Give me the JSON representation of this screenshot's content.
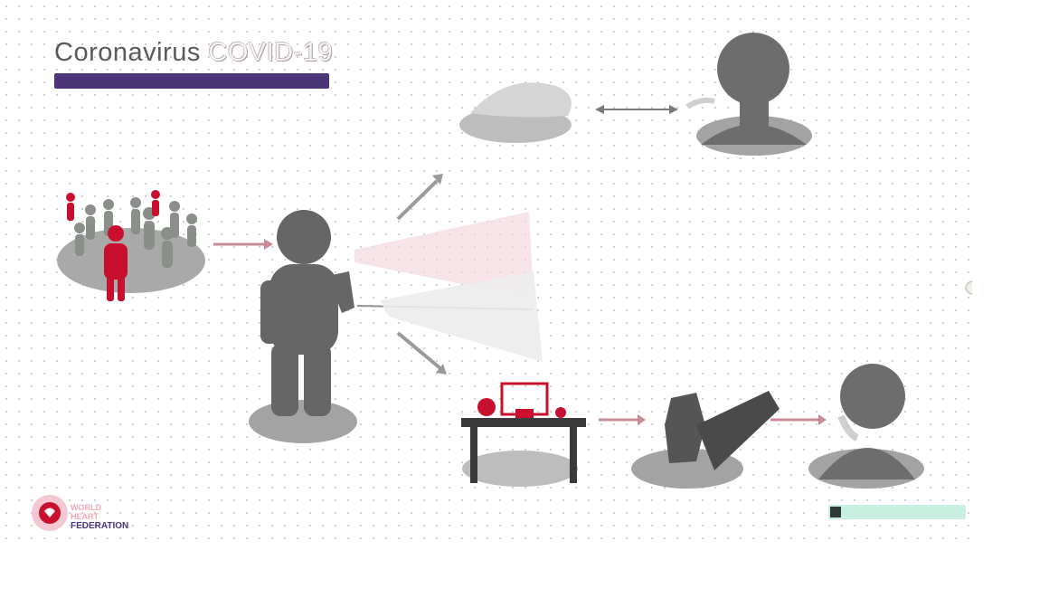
{
  "title": {
    "part1": "Coronavirus",
    "part2": "COVID-19"
  },
  "subtitle": "",
  "captions": {
    "infected": "",
    "aerosol": "",
    "inhaled": "",
    "surface": "",
    "by_touch": "",
    "face_touch": ""
  },
  "logo": {
    "line1": "WORLD",
    "line2": "HEART",
    "line3": "FEDERATION"
  },
  "source": "",
  "colors": {
    "accent_purple": "#4b3576",
    "accent_red": "#c8102e",
    "figure_grey": "#666666",
    "droplet_pink": "#e7b8c2",
    "source_teal": "#c9efe0"
  },
  "icons": [
    "crowd-icon",
    "person-coughing-icon",
    "virus-icon",
    "hand-icon",
    "head-icon",
    "table-icon",
    "heart-logo-icon"
  ]
}
